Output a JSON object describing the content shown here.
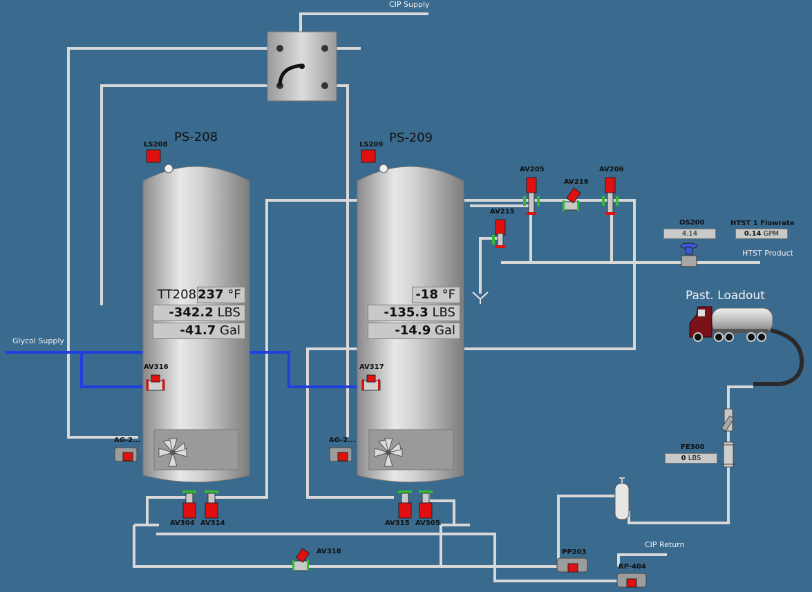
{
  "labels": {
    "cip_supply": "CIP Supply",
    "cip_return": "CIP Return",
    "glycol_supply": "Glycol Supply",
    "htst_product": "HTST Product",
    "loadout": "Past. Loadout"
  },
  "tanks": [
    {
      "name": "PS-208",
      "level_switch": "LS208",
      "temp_tag": "TT208",
      "temp": "237",
      "temp_unit": "°F",
      "weight": "-342.2",
      "weight_unit": "LBS",
      "volume": "-41.7",
      "volume_unit": "Gal",
      "agitator": "AG-2...",
      "glycol_valve": "AV316"
    },
    {
      "name": "PS-209",
      "level_switch": "LS209",
      "temp_tag": "",
      "temp": "-18",
      "temp_unit": "°F",
      "weight": "-135.3",
      "weight_unit": "LBS",
      "volume": "-14.9",
      "volume_unit": "Gal",
      "agitator": "AG-2...",
      "glycol_valve": "AV317"
    }
  ],
  "valves": {
    "av304": "AV304",
    "av314": "AV314",
    "av315": "AV315",
    "av305": "AV305",
    "av318": "AV318",
    "av205": "AV205",
    "av206": "AV206",
    "av216": "AV216",
    "av215": "AV215"
  },
  "pumps": {
    "pp203": "PP203",
    "rp404": "RP-404"
  },
  "instruments": {
    "os200": {
      "tag": "OS200",
      "value": "4.14"
    },
    "htst_flow": {
      "title": "HTST 1 Flowrate",
      "value": "0.14",
      "unit": "GPM"
    },
    "fe300": {
      "tag": "FE300",
      "value": "0",
      "unit": "LBS"
    }
  },
  "colors": {
    "background": "#3a6a8e",
    "pipe": "#d8d8d8",
    "glycol": "#1f3fe0",
    "valve_actuator": "#e01010",
    "tank_body": "#bdbdbd",
    "readout_bg": "#c9c9c9"
  },
  "icons": [
    "level-switch-icon",
    "agitator-motor-icon",
    "mixer-fan-icon",
    "valve-icon",
    "pump-icon",
    "tanker-truck-icon",
    "cip-diverter-icon",
    "filter-icon",
    "flow-element-icon",
    "strainer-icon",
    "drain-funnel-icon"
  ]
}
